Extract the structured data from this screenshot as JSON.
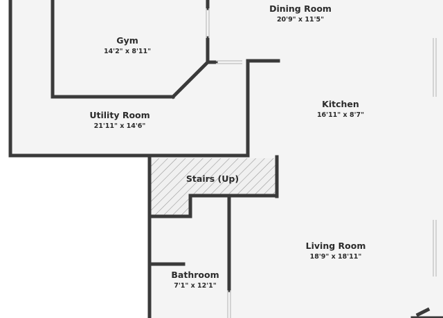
{
  "rooms": {
    "dining": {
      "name": "Dining Room",
      "dims": "20'9\" x 11'5\""
    },
    "gym": {
      "name": "Gym",
      "dims": "14'2\" x 8'11\""
    },
    "kitchen": {
      "name": "Kitchen",
      "dims": "16'11\" x 8'7\""
    },
    "utility": {
      "name": "Utility Room",
      "dims": "21'11\" x 14'6\""
    },
    "stairs": {
      "name": "Stairs (Up)"
    },
    "living": {
      "name": "Living Room",
      "dims": "18'9\" x 18'11\""
    },
    "bathroom": {
      "name": "Bathroom",
      "dims": "7'1\" x 12'1\""
    }
  },
  "colors": {
    "floor": "#f4f4f4",
    "wall": "#3a3a3a",
    "window": "#c8c8c8",
    "hatch": "#9a9a9a",
    "text": "#2b2b2b"
  }
}
